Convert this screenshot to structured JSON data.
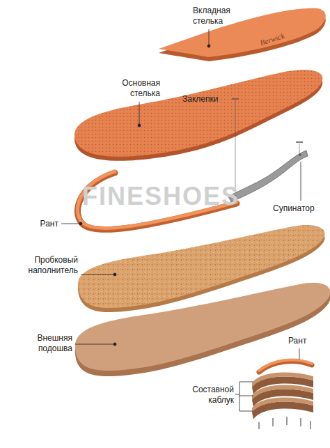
{
  "diagram": {
    "labels": [
      "Вкладная стелька",
      "Основная стелька",
      "Заклепки",
      "Рант",
      "Супинатор",
      "Пробковый наполнитель",
      "Внешняя подошва",
      "Рант",
      "Составной каблук",
      "FINESHOES",
      "Berwick"
    ]
  }
}
